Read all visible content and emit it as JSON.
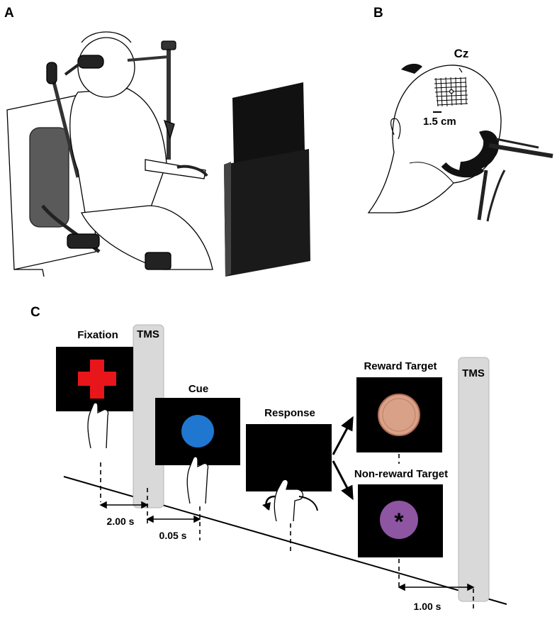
{
  "panels": {
    "a": {
      "letter": "A"
    },
    "b": {
      "letter": "B",
      "electrode_label": "Cz",
      "grid_spacing_label": "1.5 cm"
    },
    "c": {
      "letter": "C",
      "stages": {
        "fixation": "Fixation",
        "tms_first": "TMS",
        "cue": "Cue",
        "response": "Response",
        "reward_target": "Reward Target",
        "nonreward_target": "Non-reward Target",
        "tms_second": "TMS"
      },
      "intervals": {
        "fixation_to_tms": "2.00 s",
        "tms_to_cue": "0.05 s",
        "target_to_tms": "1.00 s"
      },
      "nonreward_symbol": "*"
    }
  },
  "colors": {
    "fixation_cross": "#e8151b",
    "cue_circle": "#1f77d0",
    "nonreward_circle": "#8e55a3",
    "coin": "#d9a188",
    "tms_bar": "#d9d9d9",
    "screen": "#000000"
  }
}
